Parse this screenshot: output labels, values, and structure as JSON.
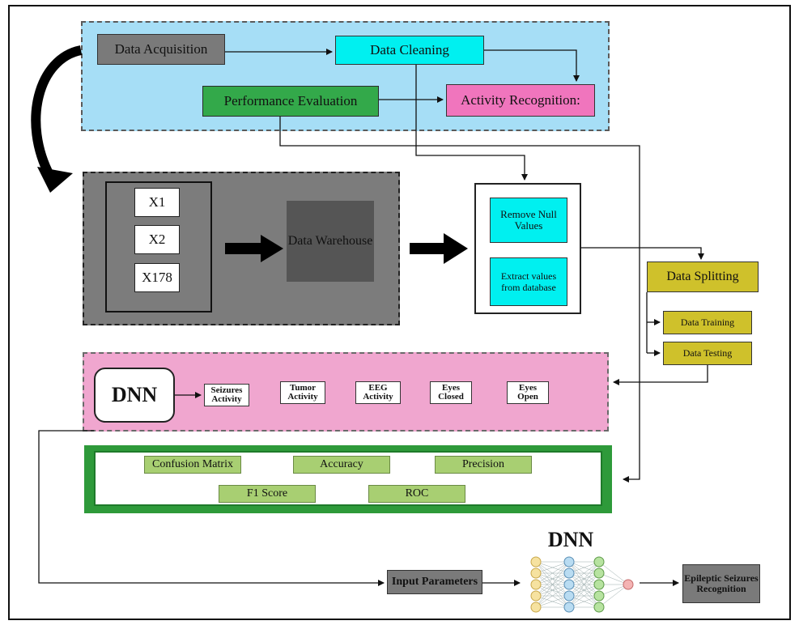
{
  "top": {
    "data_acquisition": "Data Acquisition",
    "data_cleaning": "Data Cleaning",
    "performance_evaluation": "Performance Evaluation",
    "activity_recognition": "Activity Recognition:"
  },
  "warehouse": {
    "inputs": [
      "X1",
      "X2",
      "X178"
    ],
    "title": "Data Warehouse"
  },
  "cleaning": {
    "remove_null": "Remove Null Values",
    "extract_values": "Extract values from database"
  },
  "splitting": {
    "title": "Data Splitting",
    "training": "Data Training",
    "testing": "Data Testing"
  },
  "dnn": {
    "label": "DNN",
    "classes": [
      "Seizures Activity",
      "Tumor Activity",
      "EEG Activity",
      "Eyes Closed",
      "Eyes Open"
    ]
  },
  "metrics": [
    "Confusion Matrix",
    "Accuracy",
    "Precision",
    "F1 Score",
    "ROC"
  ],
  "bottom": {
    "dnn_title": "DNN",
    "input_parameters": "Input Parameters",
    "output": "Epileptic Seizures Recognition"
  },
  "colors": {
    "top_region": "#a6def6",
    "warehouse_region": "#7c7c7c",
    "dnn_region": "#f0a6cf",
    "eval_border": "#2e9a3a",
    "cyan": "#00f0f0",
    "olive": "#cfc12b",
    "metric_green": "#a8cf72"
  }
}
